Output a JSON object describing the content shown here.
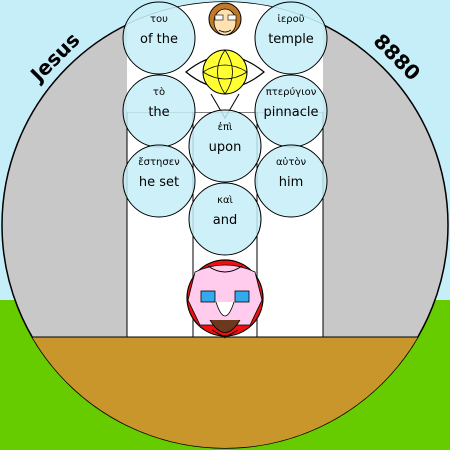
{
  "side_labels": {
    "left": "Jesus",
    "right": "8880"
  },
  "colors": {
    "sky": "#c6eef8",
    "grass": "#66cc00",
    "ground": "#c8962a",
    "disc": "#c8c8c8",
    "tower": "#ffffff",
    "bubble": "#c6eef8",
    "halo_yellow": "#ffff33",
    "face_red": "#ee1111",
    "face_pink": "#ffccee"
  },
  "words": [
    {
      "greek": "του",
      "english": "of the"
    },
    {
      "greek": "ἱεροῦ",
      "english": "temple"
    },
    {
      "greek": "τὸ",
      "english": "the"
    },
    {
      "greek": "πτερύγιον",
      "english": "pinnacle"
    },
    {
      "greek": "ἐπὶ",
      "english": "upon"
    },
    {
      "greek": "ἔστησεν",
      "english": "he set"
    },
    {
      "greek": "αὐτὸν",
      "english": "him"
    },
    {
      "greek": "καὶ",
      "english": "and"
    }
  ]
}
